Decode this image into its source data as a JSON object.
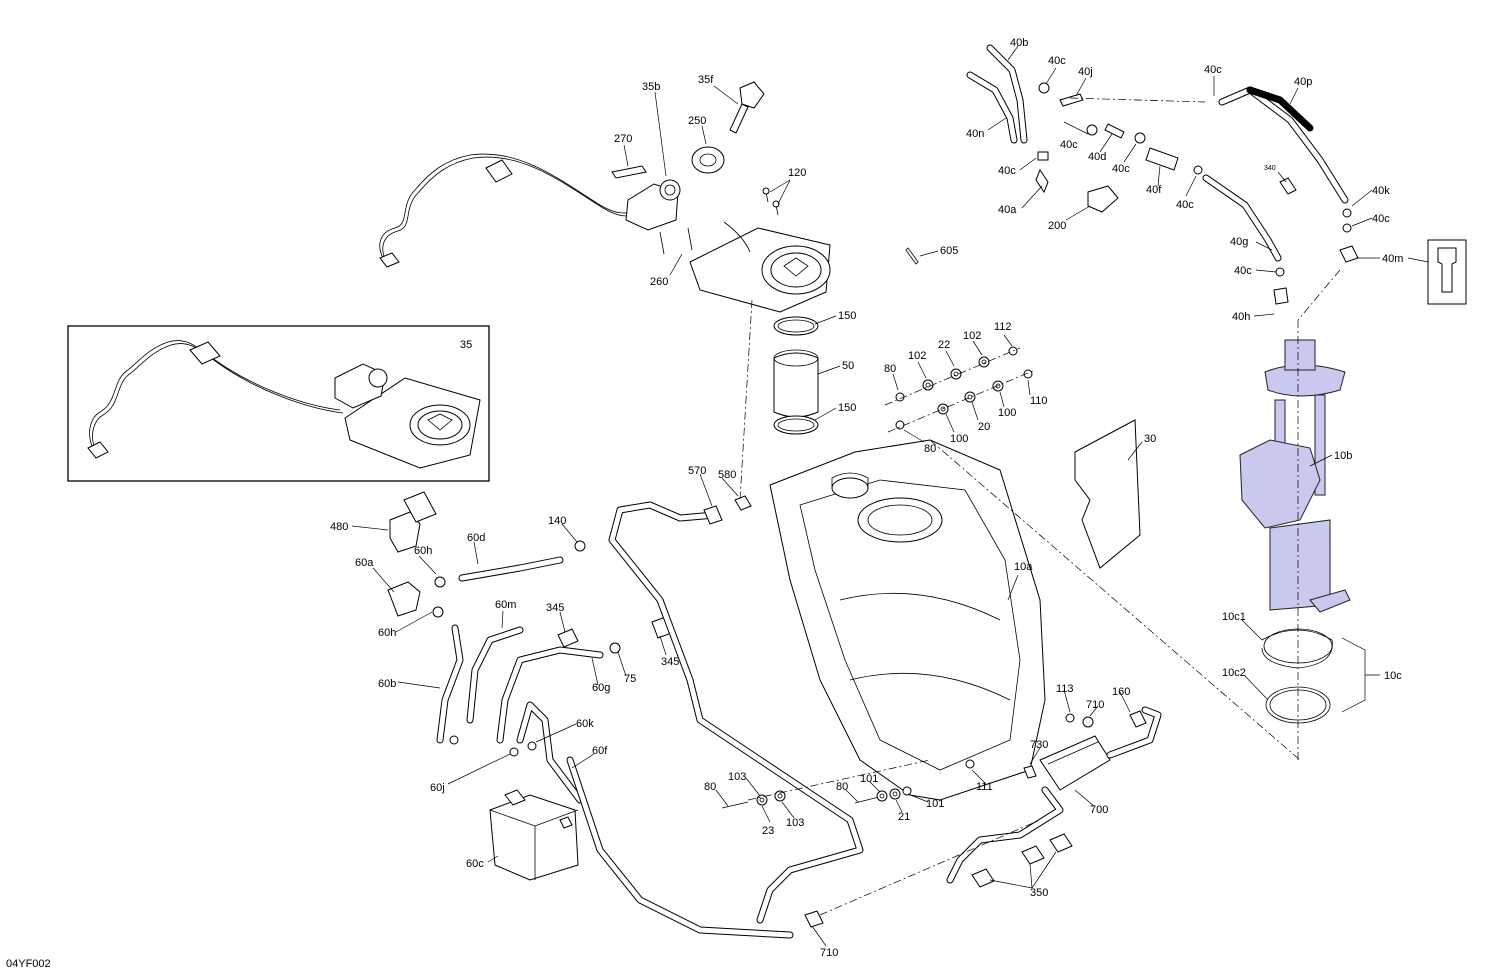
{
  "diagram": {
    "reference_code": "04YF002",
    "callouts": [
      {
        "id": "c-35b",
        "label": "35b"
      },
      {
        "id": "c-35f",
        "label": "35f"
      },
      {
        "id": "c-270",
        "label": "270"
      },
      {
        "id": "c-250",
        "label": "250"
      },
      {
        "id": "c-120",
        "label": "120"
      },
      {
        "id": "c-260",
        "label": "260"
      },
      {
        "id": "c-35",
        "label": "35"
      },
      {
        "id": "c-150a",
        "label": "150"
      },
      {
        "id": "c-50",
        "label": "50"
      },
      {
        "id": "c-150b",
        "label": "150"
      },
      {
        "id": "c-605",
        "label": "605"
      },
      {
        "id": "c-112",
        "label": "112"
      },
      {
        "id": "c-102a",
        "label": "102"
      },
      {
        "id": "c-22",
        "label": "22"
      },
      {
        "id": "c-102b",
        "label": "102"
      },
      {
        "id": "c-80a",
        "label": "80"
      },
      {
        "id": "c-110",
        "label": "110"
      },
      {
        "id": "c-100a",
        "label": "100"
      },
      {
        "id": "c-20",
        "label": "20"
      },
      {
        "id": "c-100b",
        "label": "100"
      },
      {
        "id": "c-80b",
        "label": "80"
      },
      {
        "id": "c-30",
        "label": "30"
      },
      {
        "id": "c-10b",
        "label": "10b"
      },
      {
        "id": "c-10a",
        "label": "10a"
      },
      {
        "id": "c-570",
        "label": "570"
      },
      {
        "id": "c-580",
        "label": "580"
      },
      {
        "id": "c-480",
        "label": "480"
      },
      {
        "id": "c-140",
        "label": "140"
      },
      {
        "id": "c-60d",
        "label": "60d"
      },
      {
        "id": "c-60h1",
        "label": "60h"
      },
      {
        "id": "c-60a",
        "label": "60a"
      },
      {
        "id": "c-60h2",
        "label": "60h"
      },
      {
        "id": "c-60m",
        "label": "60m"
      },
      {
        "id": "c-345a",
        "label": "345"
      },
      {
        "id": "c-345b",
        "label": "345"
      },
      {
        "id": "c-75",
        "label": "75"
      },
      {
        "id": "c-60g",
        "label": "60g"
      },
      {
        "id": "c-60b",
        "label": "60b"
      },
      {
        "id": "c-60k",
        "label": "60k"
      },
      {
        "id": "c-60f",
        "label": "60f"
      },
      {
        "id": "c-60j",
        "label": "60j"
      },
      {
        "id": "c-60c",
        "label": "60c"
      },
      {
        "id": "c-80c",
        "label": "80"
      },
      {
        "id": "c-103a",
        "label": "103"
      },
      {
        "id": "c-23",
        "label": "23"
      },
      {
        "id": "c-103b",
        "label": "103"
      },
      {
        "id": "c-80d",
        "label": "80"
      },
      {
        "id": "c-101a",
        "label": "101"
      },
      {
        "id": "c-21",
        "label": "21"
      },
      {
        "id": "c-101b",
        "label": "101"
      },
      {
        "id": "c-111",
        "label": "111"
      },
      {
        "id": "c-113",
        "label": "113"
      },
      {
        "id": "c-710a",
        "label": "710"
      },
      {
        "id": "c-160",
        "label": "160"
      },
      {
        "id": "c-730",
        "label": "730"
      },
      {
        "id": "c-700",
        "label": "700"
      },
      {
        "id": "c-350",
        "label": "350"
      },
      {
        "id": "c-710b",
        "label": "710"
      },
      {
        "id": "c-10c1",
        "label": "10c1"
      },
      {
        "id": "c-10c2",
        "label": "10c2"
      },
      {
        "id": "c-10c",
        "label": "10c"
      },
      {
        "id": "c-40b",
        "label": "40b"
      },
      {
        "id": "c-40c1",
        "label": "40c"
      },
      {
        "id": "c-40j",
        "label": "40j"
      },
      {
        "id": "c-40n",
        "label": "40n"
      },
      {
        "id": "c-40c2",
        "label": "40c"
      },
      {
        "id": "c-40c3",
        "label": "40c"
      },
      {
        "id": "c-40d",
        "label": "40d"
      },
      {
        "id": "c-40c4",
        "label": "40c"
      },
      {
        "id": "c-40a",
        "label": "40a"
      },
      {
        "id": "c-200",
        "label": "200"
      },
      {
        "id": "c-40f",
        "label": "40f"
      },
      {
        "id": "c-40c5",
        "label": "40c"
      },
      {
        "id": "c-40c6",
        "label": "40c"
      },
      {
        "id": "c-40p",
        "label": "40p"
      },
      {
        "id": "c-340",
        "label": "340"
      },
      {
        "id": "c-40k",
        "label": "40k"
      },
      {
        "id": "c-40c7",
        "label": "40c"
      },
      {
        "id": "c-40g",
        "label": "40g"
      },
      {
        "id": "c-40c8",
        "label": "40c"
      },
      {
        "id": "c-40m",
        "label": "40m"
      },
      {
        "id": "c-40h",
        "label": "40h"
      }
    ]
  }
}
